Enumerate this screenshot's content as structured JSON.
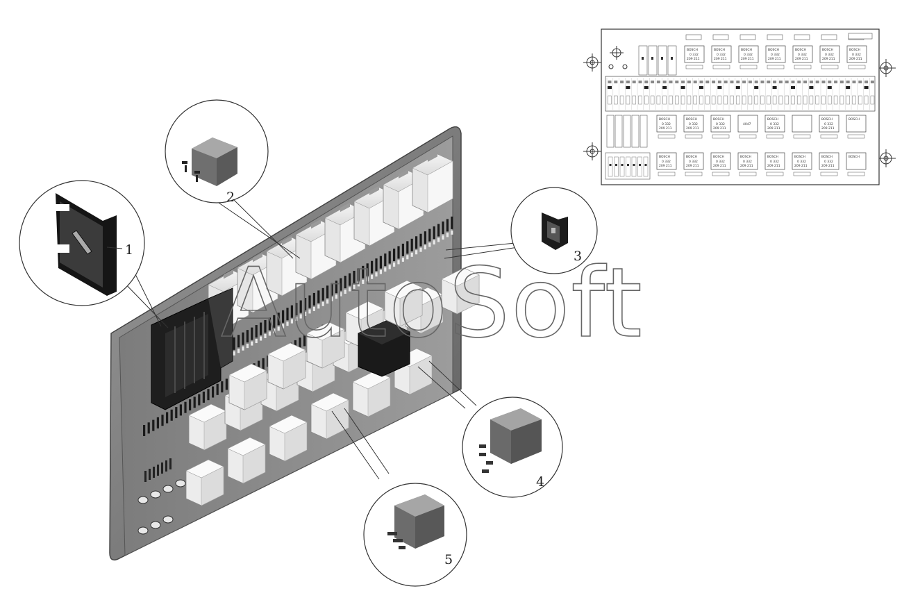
{
  "watermark": {
    "text": "AutoSoft"
  },
  "callouts": [
    {
      "id": "fuse",
      "number": "1"
    },
    {
      "id": "relay-large",
      "number": "2"
    },
    {
      "id": "small-fuse",
      "number": "3"
    },
    {
      "id": "relay-side",
      "number": "4"
    },
    {
      "id": "relay-small",
      "number": "5"
    }
  ],
  "layout_diagram": {
    "top_relays": [
      {
        "brand": "BOSCH",
        "code1": "0 332",
        "code2": "209 211"
      },
      {
        "brand": "BOSCH",
        "code1": "0 332",
        "code2": "209 211"
      },
      {
        "brand": "BOSCH",
        "code1": "0 332",
        "code2": "209 211"
      },
      {
        "brand": "BOSCH",
        "code1": "0 332",
        "code2": "209 211"
      },
      {
        "brand": "BOSCH",
        "code1": "0 332",
        "code2": "209 211"
      },
      {
        "brand": "BOSCH",
        "code1": "0 332",
        "code2": "209 211"
      },
      {
        "brand": "BOSCH",
        "code1": "0 332",
        "code2": "209 211"
      }
    ],
    "mid_relays": [
      {
        "brand": "BOSCH",
        "code1": "0 332",
        "code2": "209 211"
      },
      {
        "brand": "BOSCH",
        "code1": "0 332",
        "code2": "209 211"
      },
      {
        "brand": "BOSCH",
        "code1": "0 332",
        "code2": "209 211"
      },
      {
        "brand": "",
        "code1": "4047",
        "code2": ""
      },
      {
        "brand": "BOSCH",
        "code1": "0 332",
        "code2": "209 211"
      },
      {
        "brand": "",
        "code1": "",
        "code2": ""
      },
      {
        "brand": "BOSCH",
        "code1": "0 332",
        "code2": "209 211"
      },
      {
        "brand": "BOSCH",
        "code1": "",
        "code2": ""
      }
    ],
    "bottom_relays": [
      {
        "brand": "BOSCH",
        "code1": "0 332",
        "code2": "209 211"
      },
      {
        "brand": "BOSCH",
        "code1": "0 332",
        "code2": "209 211"
      },
      {
        "brand": "BOSCH",
        "code1": "0 332",
        "code2": "209 211"
      },
      {
        "brand": "BOSCH",
        "code1": "0 332",
        "code2": "209 211"
      },
      {
        "brand": "BOSCH",
        "code1": "0 332",
        "code2": "209 211"
      },
      {
        "brand": "BOSCH",
        "code1": "0 332",
        "code2": "209 211"
      },
      {
        "brand": "BOSCH",
        "code1": "0 332",
        "code2": "209 211"
      },
      {
        "brand": "BOSCH",
        "code1": "",
        "code2": ""
      }
    ]
  }
}
